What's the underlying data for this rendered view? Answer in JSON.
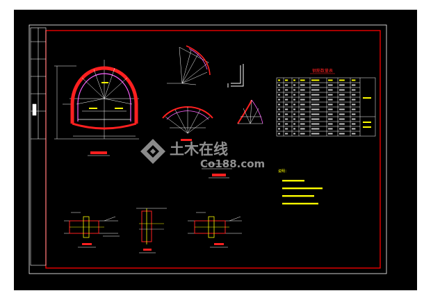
{
  "drawing": {
    "background": "#000000",
    "frame_color": "#ff0000",
    "line_white": "#ffffff",
    "line_red": "#ff2020",
    "line_yellow": "#ffff00",
    "line_cyan": "#00ffff",
    "line_magenta": "#ff40ff",
    "table_title": "钢筋数量表",
    "notes_heading": "说明："
  },
  "watermark": {
    "brand_cn": "土木在线",
    "brand_url": "Co188.com",
    "logo_icon": "co188-logo-icon"
  }
}
